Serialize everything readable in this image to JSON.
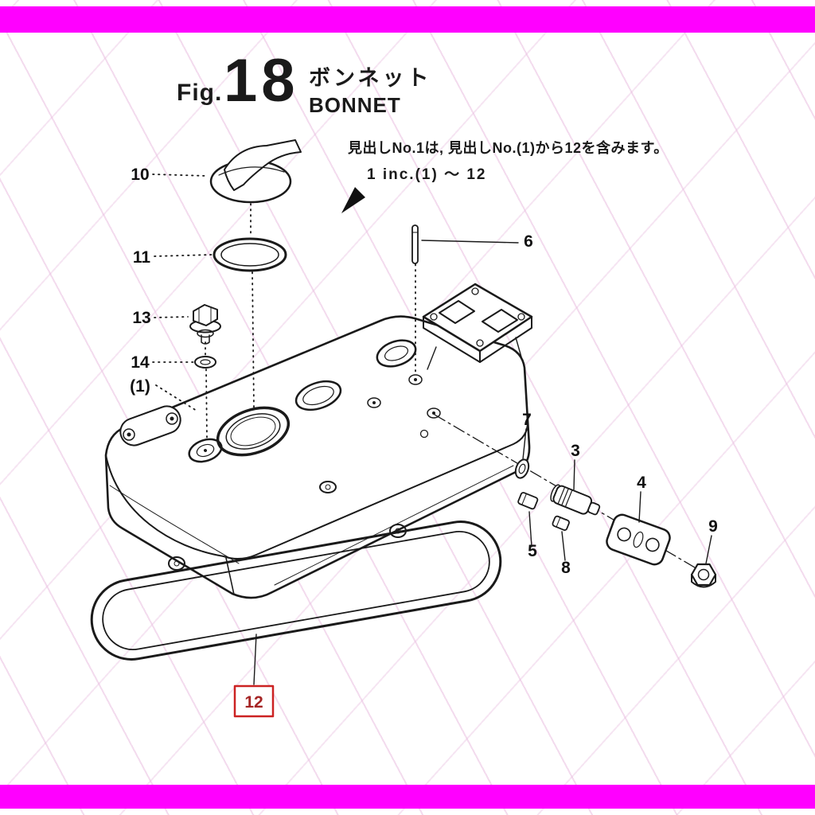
{
  "colors": {
    "magenta": "#ff00ff",
    "highlight": "#cc2222",
    "ink": "#1a1a1a"
  },
  "header": {
    "fig_label": "Fig.",
    "fig_number": "18",
    "title_ja": "ボンネット",
    "title_en": "BONNET"
  },
  "note": {
    "line1": "見出しNo.1は, 見出しNo.(1)から12を含みます。",
    "line2": "1 inc.(1) ～ 12"
  },
  "callouts": [
    {
      "label": "10"
    },
    {
      "label": "11"
    },
    {
      "label": "13"
    },
    {
      "label": "14"
    },
    {
      "label": "(1)"
    },
    {
      "label": "6"
    },
    {
      "label": "7"
    },
    {
      "label": "3"
    },
    {
      "label": "4"
    },
    {
      "label": "9"
    },
    {
      "label": "5"
    },
    {
      "label": "8"
    },
    {
      "label": "12"
    }
  ]
}
